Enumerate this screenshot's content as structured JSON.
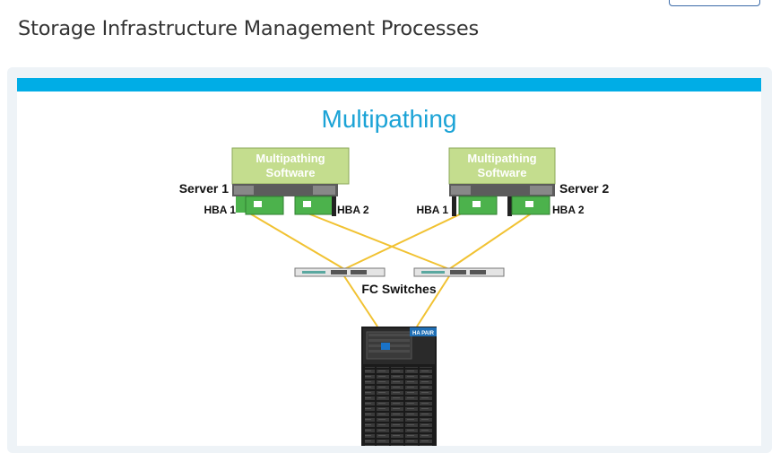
{
  "page": {
    "title": "Storage Infrastructure Management Processes"
  },
  "slide": {
    "title": "Multipathing",
    "accent_color": "#00ade6",
    "title_color": "#1ba3d6",
    "cable_color": "#f1c232",
    "software_box_color": "#c4dd8e",
    "hba_color": "#4cb24c",
    "server1": {
      "label": "Server 1",
      "software_line1": "Multipathing",
      "software_line2": "Software",
      "hba1": "HBA 1",
      "hba2": "HBA 2"
    },
    "server2": {
      "label": "Server 2",
      "software_line1": "Multipathing",
      "software_line2": "Software",
      "hba1": "HBA 1",
      "hba2": "HBA 2"
    },
    "switches_label": "FC Switches",
    "storage_badge": "HA PAIR"
  }
}
